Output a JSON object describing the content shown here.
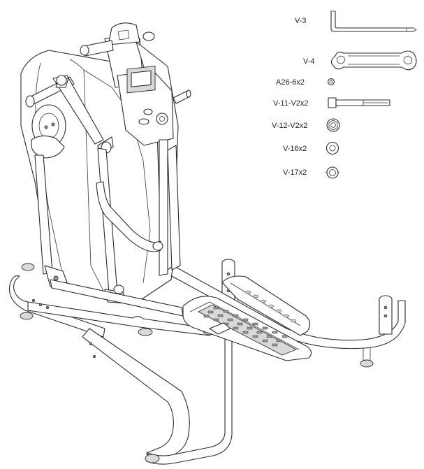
{
  "parts": [
    {
      "id": "v3",
      "label": "V-3",
      "icon": "allen-key-icon"
    },
    {
      "id": "v4",
      "label": "V-4",
      "icon": "double-wrench-icon"
    },
    {
      "id": "a26",
      "label": "A26-6x2",
      "icon": "small-washer-icon"
    },
    {
      "id": "v11",
      "label": "V-11-V2x2",
      "icon": "bolt-icon"
    },
    {
      "id": "v12",
      "label": "V-12-V2x2",
      "icon": "nut-icon"
    },
    {
      "id": "v16",
      "label": "V-16x2",
      "icon": "washer-icon"
    },
    {
      "id": "v17",
      "label": "V-17x2",
      "icon": "lock-nut-icon"
    }
  ],
  "colors": {
    "line": "#2a2a2a",
    "background": "#ffffff",
    "shade": "#d9d9d9"
  }
}
